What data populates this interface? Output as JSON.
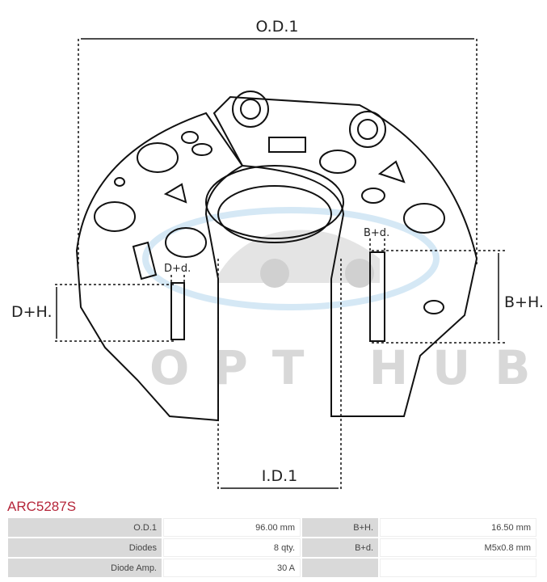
{
  "diagram": {
    "labels": {
      "od": "O.D.1",
      "id": "I.D.1",
      "dh": "D+H.",
      "dd": "D+d.",
      "bh": "B+H.",
      "bd": "B+d."
    },
    "watermark": "OPT HUB"
  },
  "part_code": "ARC5287S",
  "specs": [
    {
      "label": "O.D.1",
      "value": "96.00 mm",
      "label2": "B+H.",
      "value2": "16.50 mm"
    },
    {
      "label": "Diodes",
      "value": "8 qty.",
      "label2": "B+d.",
      "value2": "M5x0.8 mm"
    },
    {
      "label": "Diode Amp.",
      "value": "30 A",
      "label2": "",
      "value2": ""
    }
  ]
}
